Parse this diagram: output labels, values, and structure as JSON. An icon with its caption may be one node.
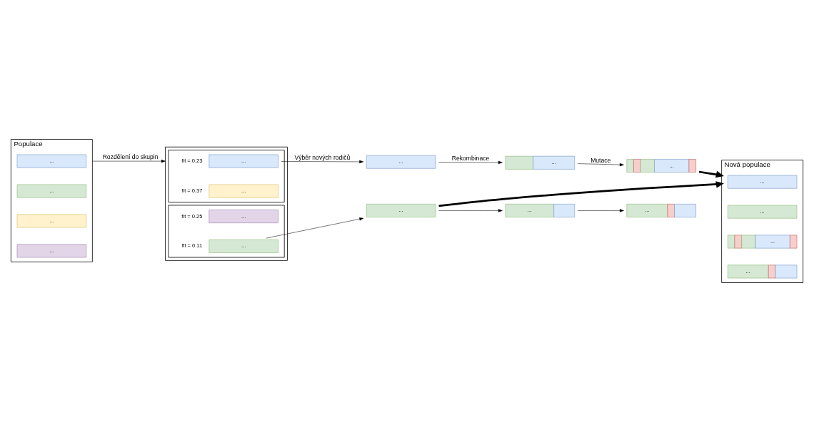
{
  "diagram": {
    "nodes": [
      {
        "text": [
          "Populace"
        ]
      },
      {
        "text": [
          "..."
        ],
        "in": 0
      },
      {
        "text": [
          "..."
        ],
        "in": 0
      },
      {
        "text": [
          "..."
        ],
        "in": 0
      },
      {
        "text": [
          "..."
        ],
        "in": 0
      },
      {
        "text": [],
        "shape": "box"
      },
      {
        "text": [],
        "shape": "box",
        "in": 5
      },
      {
        "text": [],
        "shape": "box",
        "in": 5
      },
      {
        "text": [
          "..."
        ],
        "beside": [
          "fit = 0.23"
        ],
        "in": 6
      },
      {
        "text": [
          "..."
        ],
        "beside": [
          "fit = 0.37"
        ],
        "in": 6
      },
      {
        "text": [
          "..."
        ],
        "beside": [
          "fit = 0.25"
        ],
        "in": 7
      },
      {
        "text": [
          "..."
        ],
        "beside": [
          "fit = 0.11"
        ],
        "in": 7
      },
      {
        "text": [
          "..."
        ]
      },
      {
        "text": [
          "..."
        ]
      },
      {
        "text": [
          "Nová populace"
        ]
      },
      {
        "text": [
          "..."
        ],
        "in": 14
      },
      {
        "text": [
          "..."
        ],
        "in": 14
      },
      {
        "text": [
          "..."
        ],
        "in": 14
      },
      {
        "text": [
          "..."
        ],
        "in": 14
      },
      {
        "text": [
          "..."
        ]
      },
      {
        "text": [
          "..."
        ]
      },
      {
        "text": [
          "..."
        ]
      },
      {
        "text": [
          "..."
        ]
      }
    ],
    "edges": [
      {
        "from": 0,
        "to": 5,
        "arrow": "to",
        "label": "Rozdělení do skupin"
      },
      {
        "from": 8,
        "to": 12,
        "arrow": "to",
        "label": "Výběr nových rodičů"
      },
      {
        "from": 11,
        "to": 13,
        "arrow": "to"
      },
      {
        "from": 13,
        "to": 14,
        "arrow": "to",
        "style": "thick"
      },
      {
        "from": 12,
        "to": 19,
        "arrow": "to",
        "label": "Rekombinace"
      },
      {
        "from": 13,
        "to": 20,
        "arrow": "to"
      },
      {
        "from": 19,
        "to": 21,
        "arrow": "to",
        "label": "Mutace"
      },
      {
        "from": 20,
        "to": 22,
        "arrow": "to"
      },
      {
        "from": 21,
        "to": 14,
        "arrow": "to",
        "style": "thick"
      }
    ]
  }
}
